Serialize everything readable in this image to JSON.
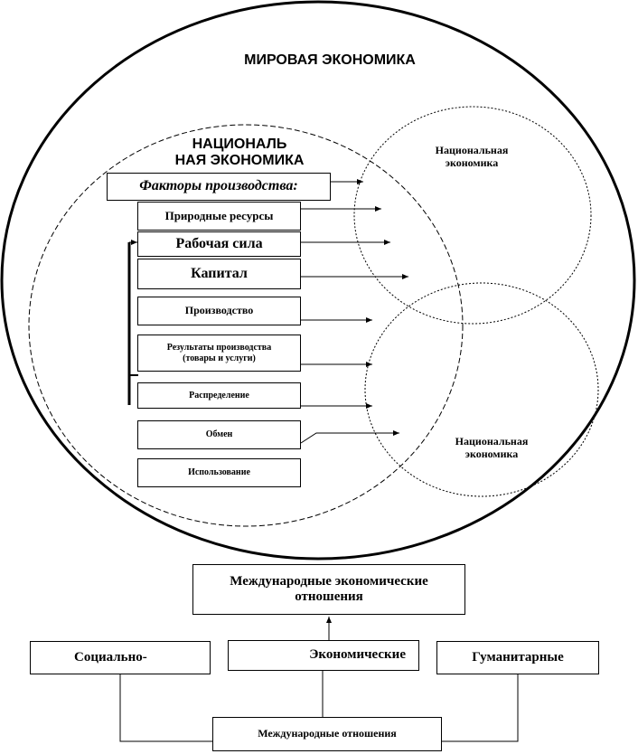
{
  "world": {
    "title": "МИРОВАЯ ЭКОНОМИКА"
  },
  "national_main": {
    "title_line1": "НАЦИОНАЛЬ",
    "title_line2": "НАЯ ЭКОНОМИКА"
  },
  "national_top": {
    "line1": "Национальная",
    "line2": "экономика"
  },
  "national_bottom": {
    "line1": "Национальная",
    "line2": "экономика"
  },
  "factors": {
    "header": "Факторы производства:",
    "items": [
      "Природные ресурсы",
      "Рабочая сила",
      "Капитал"
    ]
  },
  "stages": {
    "production": "Производство",
    "results_line1": "Результаты производства",
    "results_line2": "(товары и услуги)",
    "distribution": "Распределение",
    "exchange": "Обмен",
    "usage": "Использование"
  },
  "relations": {
    "economic_line1": "Международные экономические",
    "economic_line2": "отношения",
    "social": "Социально-",
    "economic": "Экономические",
    "humanitarian": "Гуманитарные",
    "international": "Международные отношения"
  }
}
